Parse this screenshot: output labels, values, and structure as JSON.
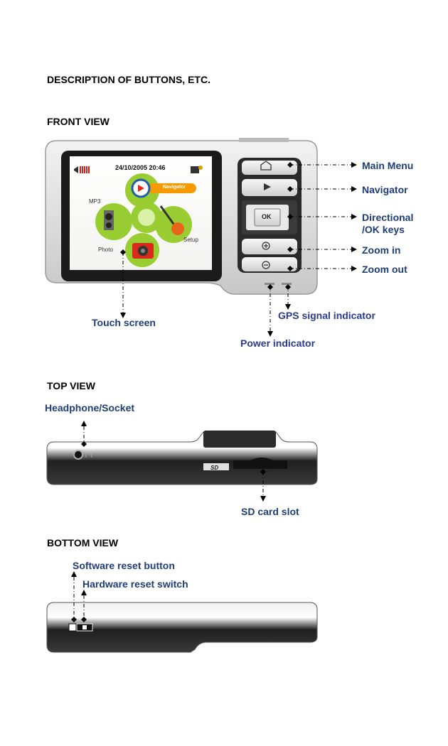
{
  "heading": "DESCRIPTION OF BUTTONS, ETC.",
  "sections": {
    "front": "FRONT VIEW",
    "top": "TOP VIEW",
    "bottom": "BOTTOM VIEW"
  },
  "screen": {
    "datetime": "24/10/2005 20:46",
    "navigator": "Navigator",
    "mp3": "MP3",
    "setup": "Setup",
    "photo": "Photo",
    "ok": "OK"
  },
  "front_labels": {
    "main_menu": "Main Menu",
    "navigator": "Navigator",
    "directional_1": "Directional",
    "directional_2": "/OK keys",
    "zoom_in": "Zoom in",
    "zoom_out": "Zoom out",
    "gps": "GPS signal indicator",
    "touch": "Touch screen",
    "power": "Power indicator"
  },
  "top_labels": {
    "headphone": "Headphone/Socket",
    "sd": "SD card slot",
    "sd_logo": "SD"
  },
  "bottom_labels": {
    "software": "Software reset button",
    "hardware": "Hardware reset switch"
  },
  "colors": {
    "label_blue": "#1f3d78",
    "arrow": "#000000",
    "device_body": "#d9d9d9",
    "device_dark": "#2b2b2b"
  }
}
